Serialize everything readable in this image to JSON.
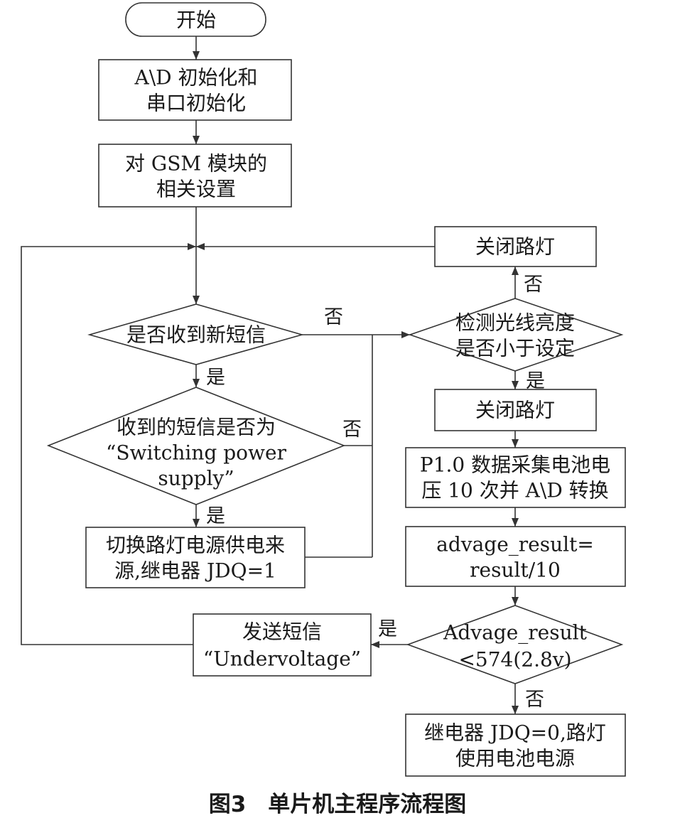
{
  "diagram": {
    "nodes": {
      "start": [
        "开始"
      ],
      "init": [
        "A\\D 初始化和",
        "串口初始化"
      ],
      "gsm": [
        "对 GSM 模块的",
        "相关设置"
      ],
      "new_sms": [
        "是否收到新短信"
      ],
      "check_sms": [
        "收到的短信是否为",
        "“Switching  power",
        "supply”"
      ],
      "switch": [
        "切换路灯电源供电来",
        "源,继电器 JDQ=1"
      ],
      "send_sms": [
        "发送短信",
        "“Undervoltage”"
      ],
      "lamp_off_top": [
        "关闭路灯"
      ],
      "light_check": [
        "检测光线亮度",
        "是否小于设定"
      ],
      "lamp_off_mid": [
        "关闭路灯"
      ],
      "sample": [
        "P1.0 数据采集电池电",
        "压 10 次并 A\\D 转换"
      ],
      "avg": [
        "advage_result=",
        "result/10"
      ],
      "compare": [
        "Advage_result",
        "<574(2.8v)"
      ],
      "battery": [
        "继电器 JDQ=0,路灯",
        "使用电池电源"
      ]
    },
    "labels": {
      "no_new_sms": "否",
      "yes_new_sms": "是",
      "no_check_sms": "否",
      "yes_check_sms": "是",
      "no_light": "否",
      "yes_light": "是",
      "yes_compare": "是",
      "no_compare": "否"
    },
    "caption": "图3　单片机主程序流程图"
  }
}
